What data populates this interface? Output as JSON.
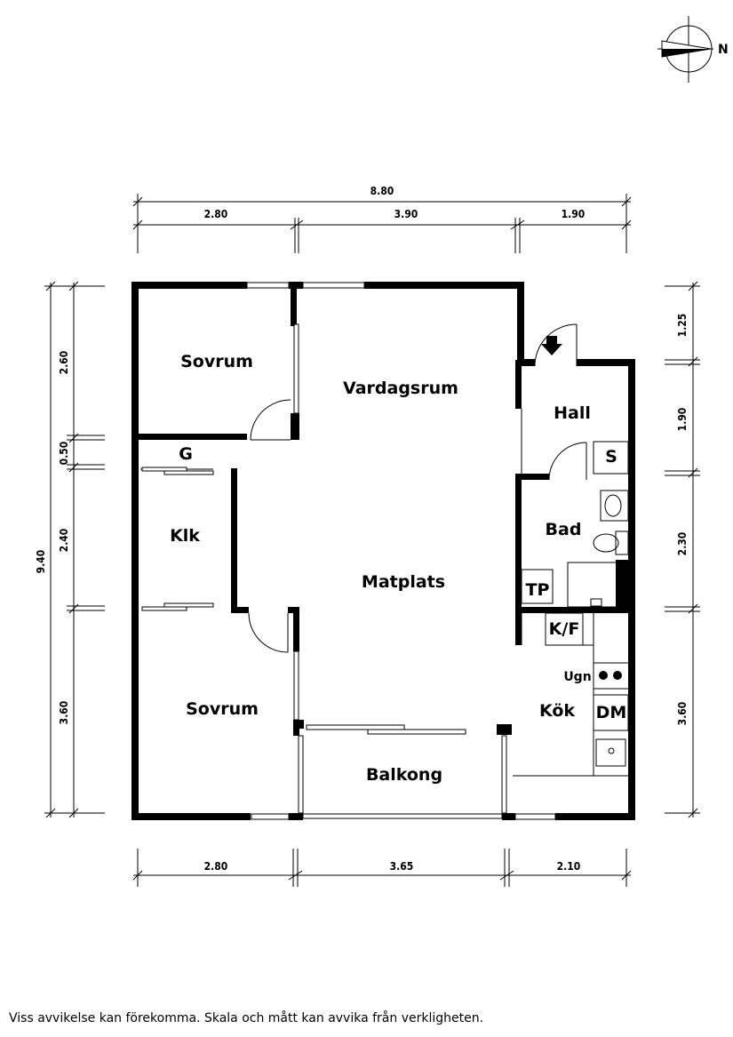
{
  "compass": {
    "label": "N"
  },
  "dimensions": {
    "top_total": "8.80",
    "top": [
      "2.80",
      "3.90",
      "1.90"
    ],
    "bottom": [
      "2.80",
      "3.65",
      "2.10"
    ],
    "left_total": "9.40",
    "left": [
      "2.60",
      "0.50",
      "2.40",
      "3.60"
    ],
    "right": [
      "1.25",
      "1.90",
      "2.30",
      "3.60"
    ]
  },
  "rooms": {
    "sovrum_top": "Sovrum",
    "vardagsrum": "Vardagsrum",
    "hall": "Hall",
    "g": "G",
    "s": "S",
    "klk": "Klk",
    "bad": "Bad",
    "matplats": "Matplats",
    "tp": "TP",
    "kf": "K/F",
    "ugn": "Ugn",
    "sovrum_bottom": "Sovrum",
    "kok": "Kök",
    "dm": "DM",
    "balkong": "Balkong"
  },
  "disclaimer": "Viss avvikelse kan förekomma. Skala och mått kan avvika från verkligheten."
}
